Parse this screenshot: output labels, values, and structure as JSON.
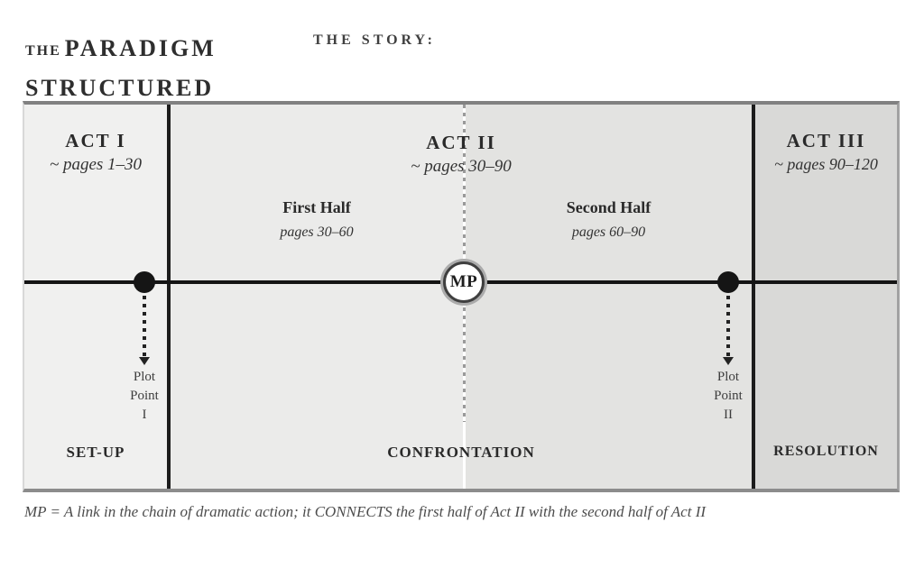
{
  "header": {
    "title_the": "THE",
    "title_paradigm": "PARADIGM",
    "title_structured": "STRUCTURED",
    "story_label": "THE STORY:"
  },
  "diagram": {
    "acts": [
      {
        "name": "ACT I",
        "pages": "~ pages 1–30",
        "phase": "SET-UP"
      },
      {
        "name": "ACT II",
        "pages": "~ pages 30–90",
        "phase": "CONFRONTATION",
        "halves": [
          {
            "title": "First Half",
            "pages": "pages 30–60"
          },
          {
            "title": "Second Half",
            "pages": "pages 60–90"
          }
        ]
      },
      {
        "name": "ACT III",
        "pages": "~ pages 90–120",
        "phase": "RESOLUTION"
      }
    ],
    "plot_point_1": "Plot\nPoint\nI",
    "plot_point_2": "Plot\nPoint\nII",
    "midpoint_label": "MP"
  },
  "caption": "MP = A link in the chain of dramatic action; it CONNECTS the first half of Act II with the second half of Act II",
  "colors": {
    "act1_bg": "#f0f0ef",
    "act2_first_half_bg": "#ebebea",
    "act2_second_half_bg": "#e3e3e1",
    "act3_bg": "#d9d9d7",
    "act_divider": "#1c1c1c",
    "timeline": "#141414",
    "outer_border": "#8c8c8c",
    "dotted_midline": "#9a9a9a"
  }
}
